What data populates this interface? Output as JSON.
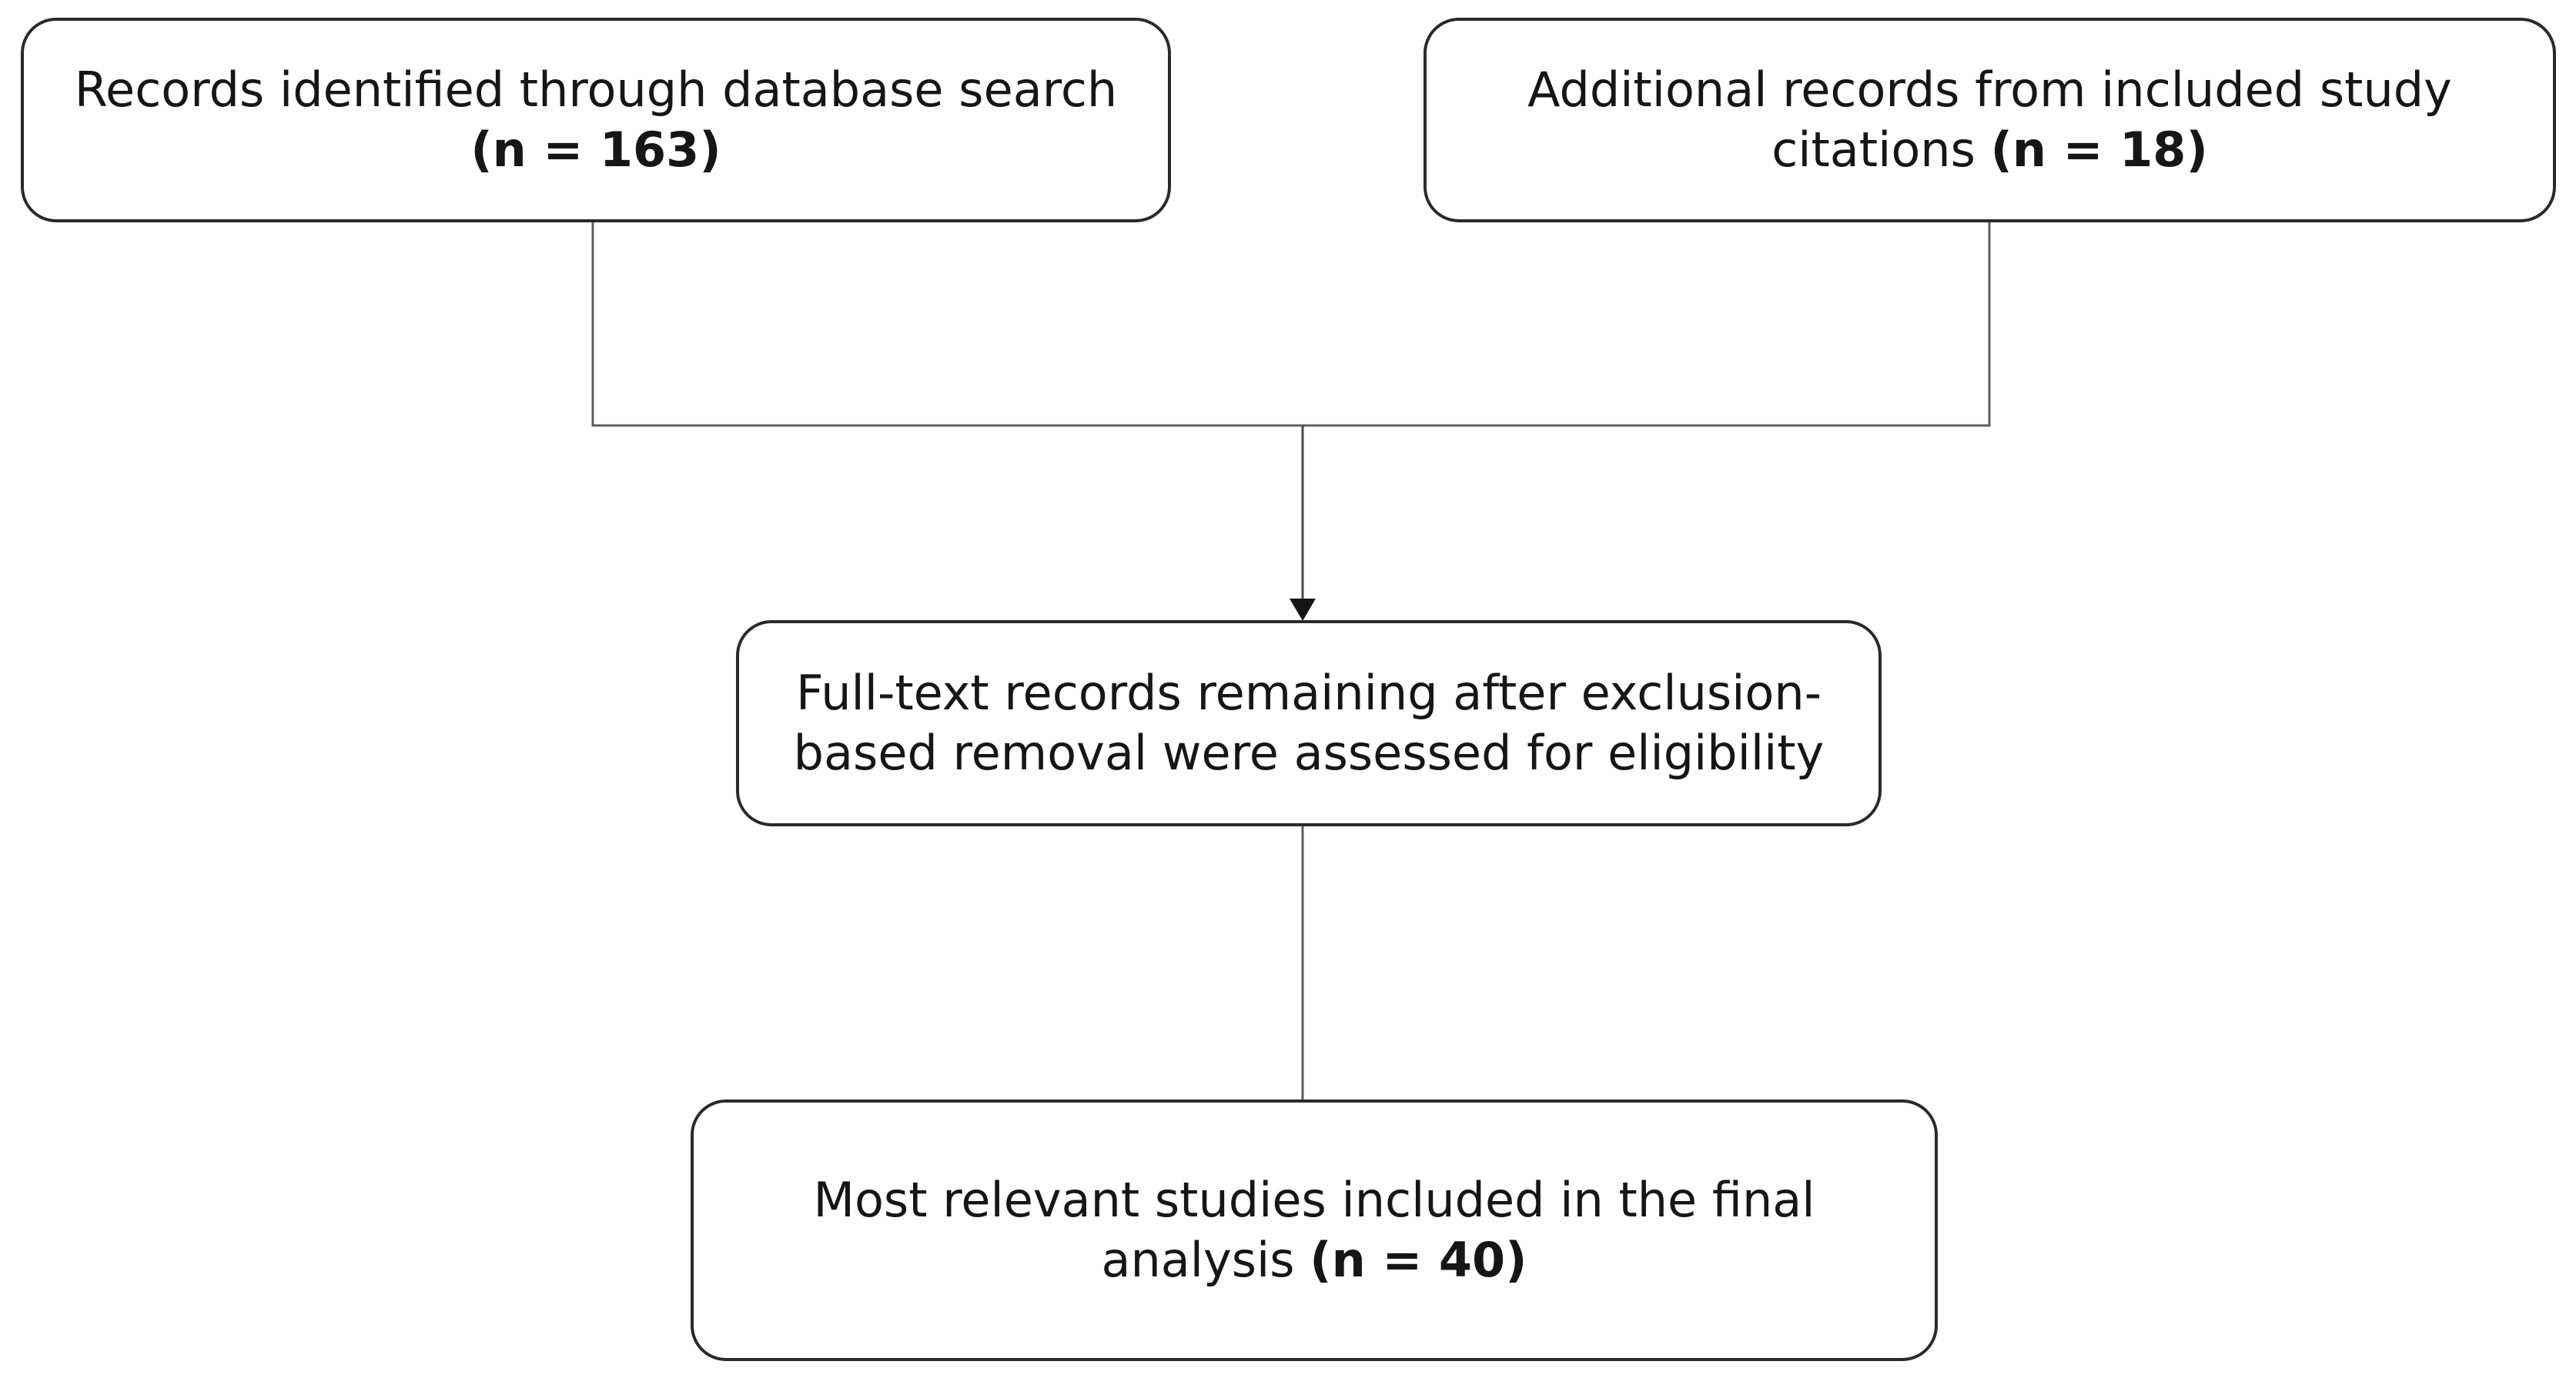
{
  "diagram": {
    "type": "flowchart",
    "colors": {
      "background": "#ffffff",
      "box_fill": "#ffffff",
      "box_border": "#2a2a2a",
      "connector_line": "#5e5e5e",
      "arrowhead": "#141414",
      "text": "#161616"
    },
    "nodes": {
      "records_identified": {
        "line1": "Records identified through database search",
        "line2_regular": "",
        "line2_bold": "(n = 163)"
      },
      "additional_records": {
        "line1": "Additional records from included study",
        "line2_regular": "citations ",
        "line2_bold": "(n = 18)"
      },
      "fulltext_assessed": {
        "line1": "Full-text records remaining after exclusion-",
        "line2_regular": "based removal were assessed for eligibility",
        "line2_bold": ""
      },
      "included_final": {
        "line1": "Most relevant studies included in the final",
        "line2_regular": "analysis ",
        "line2_bold": "(n = 40)"
      }
    },
    "counts": {
      "database_search_records": 163,
      "citation_records": 18,
      "final_included_studies": 40
    }
  }
}
